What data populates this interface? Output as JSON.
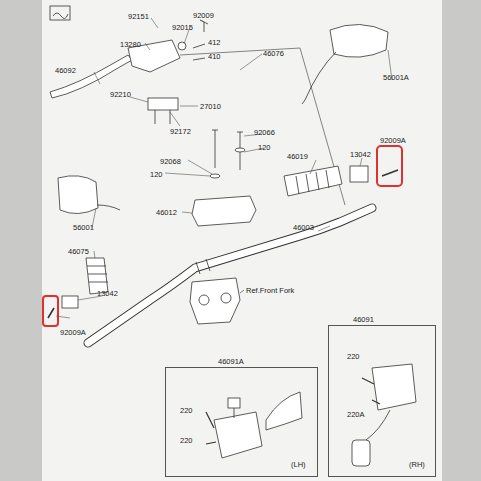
{
  "diagram": {
    "nodes": [
      {
        "text": [
          "46091A",
          "220",
          "220",
          "(LH)"
        ]
      },
      {
        "text": [
          "46091",
          "220",
          "220A",
          "(RH)"
        ]
      }
    ],
    "labels": [
      "92151",
      "92009",
      "92015",
      "13280",
      "412",
      "410",
      "46092",
      "92210",
      "27010",
      "92172",
      "46076",
      "56001A",
      "92066",
      "120",
      "92068",
      "120",
      "46019",
      "13042",
      "92009A",
      "46012",
      "46003",
      "56001",
      "46075",
      "13042",
      "92009A",
      "Ref.Front Fork"
    ]
  }
}
